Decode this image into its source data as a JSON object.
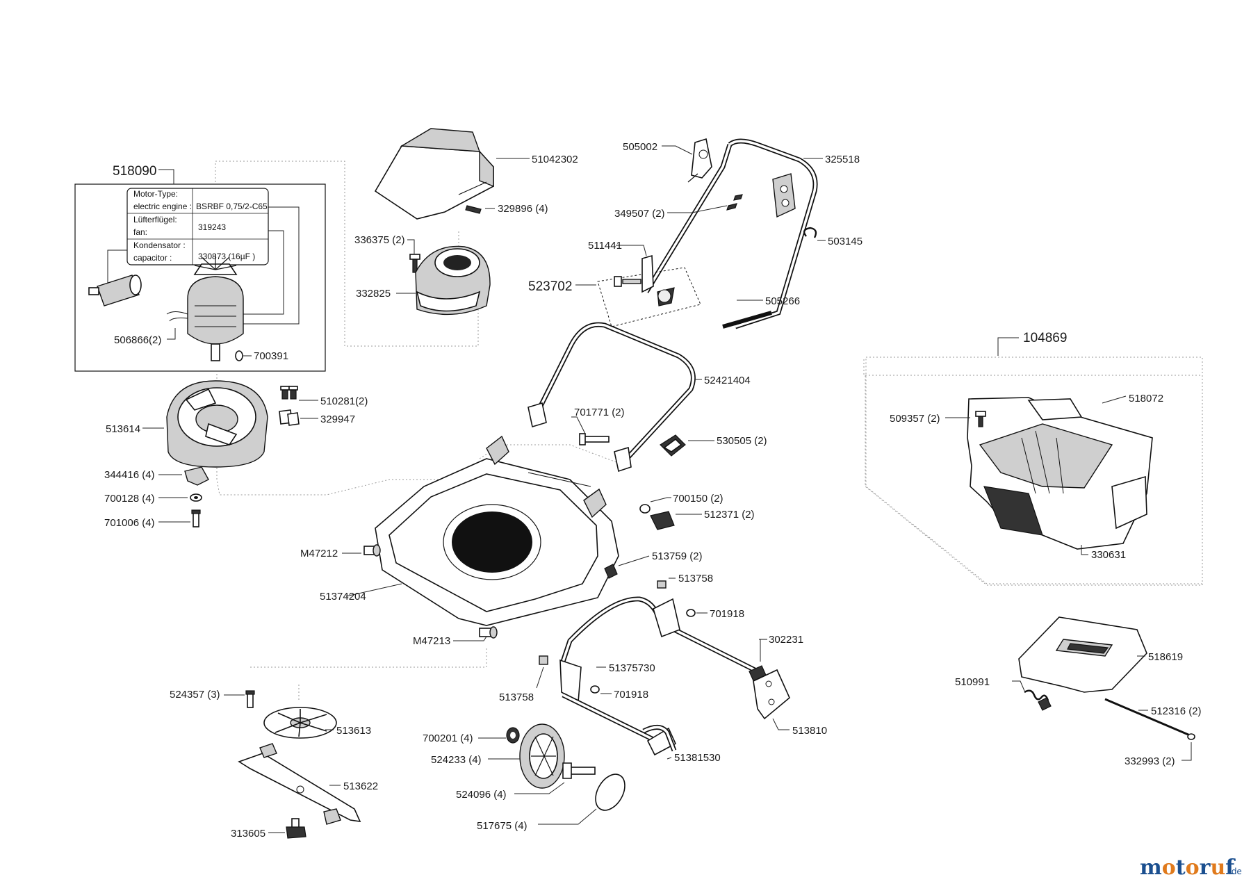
{
  "groups": {
    "motor": "518090",
    "grassbox": "104869",
    "handle_kit": "523702"
  },
  "motor_table": {
    "rows": [
      {
        "label1": "Motor-Type:",
        "label2": "electric engine :",
        "value": "BSRBF 0,75/2-C65"
      },
      {
        "label1": "Lüfterflügel:",
        "label2": "fan:",
        "value": "319243"
      },
      {
        "label1": "Kondensator :",
        "label2": "capacitor :",
        "value": "330873 (16µF )"
      }
    ]
  },
  "labels": [
    "51042302",
    "329896 (4)",
    "336375 (2)",
    "332825",
    "505002",
    "325518",
    "349507 (2)",
    "503145",
    "511441",
    "505266",
    "506866(2)",
    "700391",
    "510281(2)",
    "329947",
    "513614",
    "344416 (4)",
    "700128 (4)",
    "701006 (4)",
    "52421404",
    "701771 (2)",
    "530505 (2)",
    "700150 (2)",
    "512371 (2)",
    "M47212",
    "51374204",
    "513759 (2)",
    "513758",
    "701918",
    "M47213",
    "302231",
    "51375730",
    "513758",
    "701918",
    "513810",
    "524357 (3)",
    "513613",
    "513622",
    "313605",
    "700201 (4)",
    "524233 (4)",
    "524096 (4)",
    "517675  (4)",
    "51381530",
    "509357 (2)",
    "518072",
    "330631",
    "518619",
    "510991",
    "512316 (2)",
    "332993 (2)"
  ],
  "brand": {
    "letters": [
      "m",
      "o",
      "t",
      "o",
      "r",
      "u",
      "f"
    ],
    "letter_colors": [
      "#1b4f8f",
      "#e07a1c",
      "#1b4f8f",
      "#e07a1c",
      "#1b4f8f",
      "#e07a1c",
      "#1b4f8f"
    ],
    "suffix": ".de"
  }
}
